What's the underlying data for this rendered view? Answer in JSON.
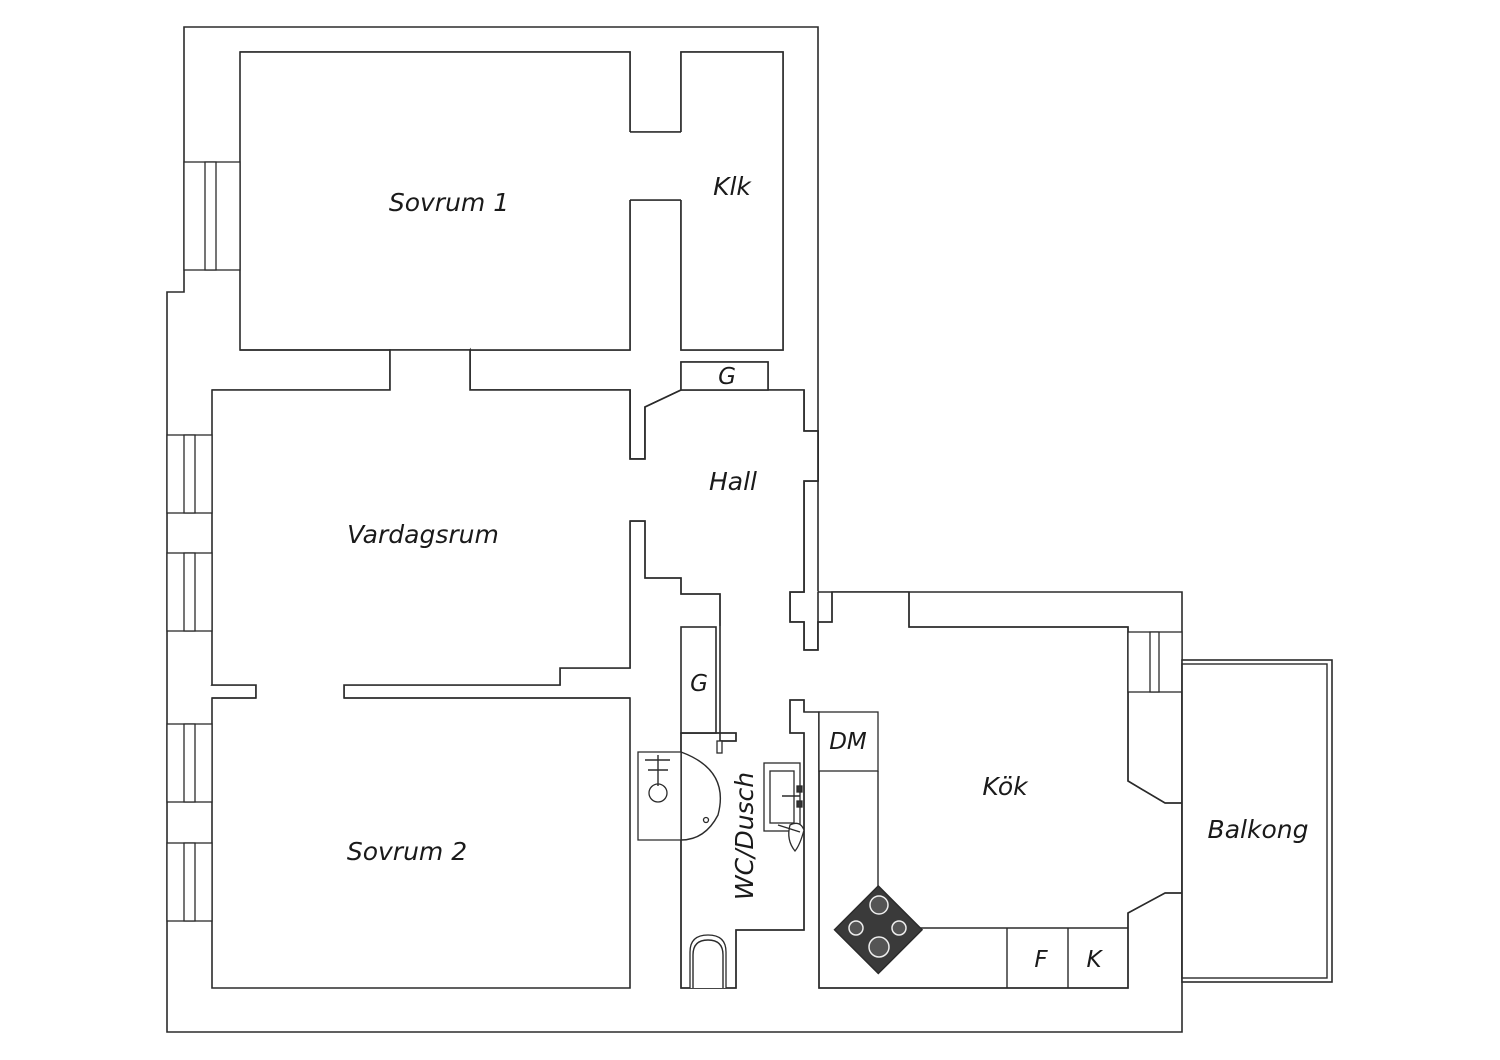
{
  "plan": {
    "rooms": {
      "sovrum1": "Sovrum 1",
      "klk": "Klk",
      "garderob1": "G",
      "hall": "Hall",
      "vardagsrum": "Vardagsrum",
      "garderob2": "G",
      "wc_dusch": "WC/Dusch",
      "dm": "DM",
      "kok": "Kök",
      "sovrum2": "Sovrum 2",
      "balkong": "Balkong",
      "f": "F",
      "k": "K"
    },
    "icons": {
      "stove": "stove-icon",
      "sink": "sink-icon",
      "shower": "shower-icon",
      "toilet": "toilet-icon"
    },
    "colors": {
      "line": "#2b2b2b",
      "background": "#ffffff",
      "stove": "#3a3a3a"
    }
  }
}
